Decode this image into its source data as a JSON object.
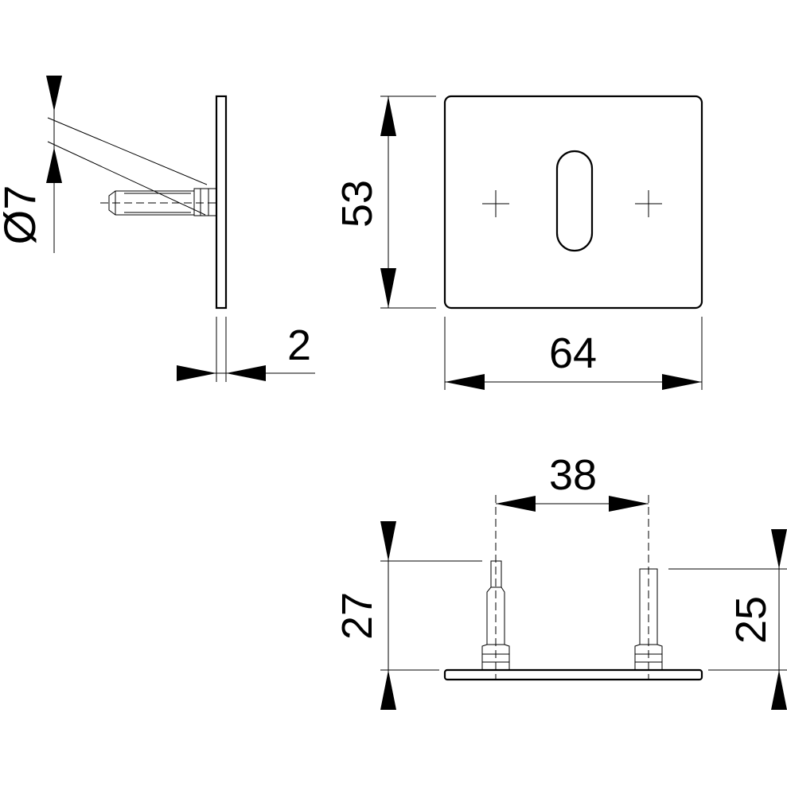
{
  "dimensions": {
    "diameter": "Ø7",
    "thickness": "2",
    "height": "53",
    "width": "64",
    "spacing": "38",
    "pin_left": "27",
    "pin_right": "25"
  }
}
